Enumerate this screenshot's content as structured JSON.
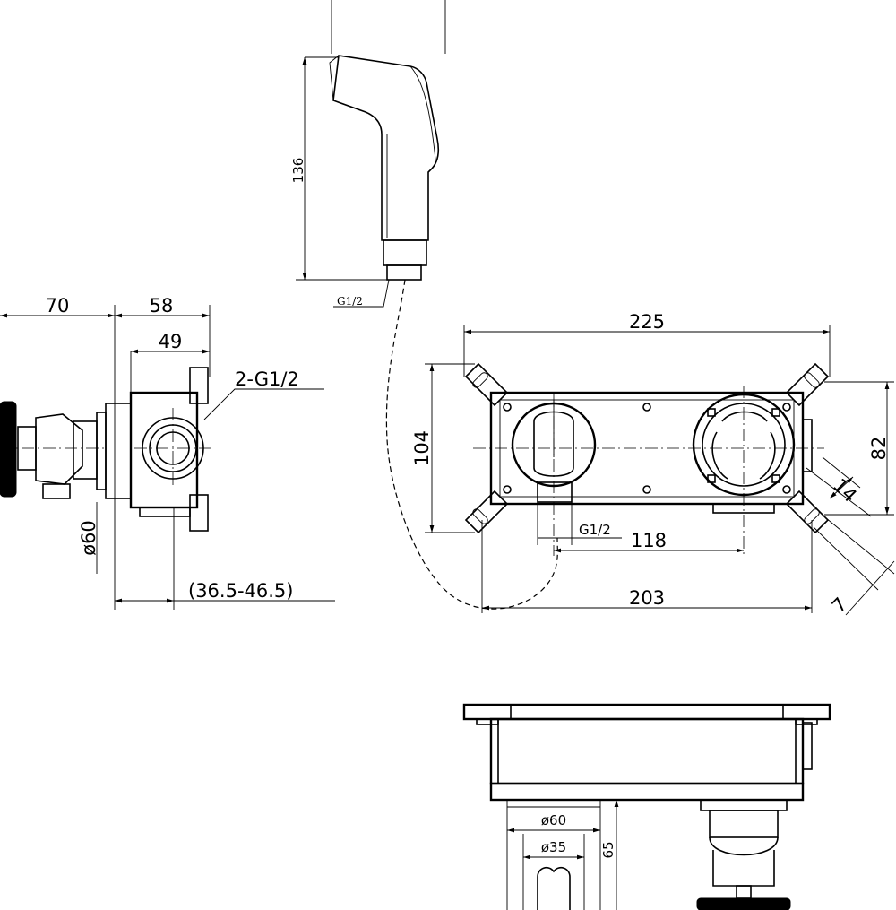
{
  "handset": {
    "height_label": "136",
    "thread_label": "G1/2"
  },
  "side_view": {
    "depth_label": "70",
    "body_width_label": "58",
    "inner_width_label": "49",
    "inlet_label": "2-G1/2",
    "diameter_label": "ø60",
    "wall_range_label": "(36.5-46.5)"
  },
  "front_view": {
    "overall_width_label": "225",
    "height_label": "104",
    "side_height_label": "82",
    "slot_width_label": "14",
    "slot_length_label": "7",
    "outlet_label": "G1/2",
    "spacing_label": "118",
    "hole_spacing_label": "203"
  },
  "bottom_view": {
    "rosette_label": "ø60",
    "inner_label": "ø35",
    "projection_label": "65"
  }
}
